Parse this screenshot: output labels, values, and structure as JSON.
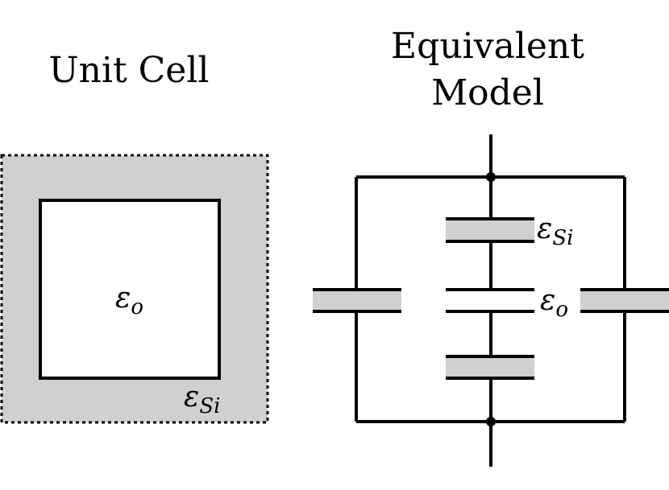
{
  "titles": {
    "unit_cell": "Unit Cell",
    "equivalent_line1": "Equivalent",
    "equivalent_line2": "Model"
  },
  "labels": {
    "unit_inner_symbol": "ε",
    "unit_inner_sub": "o",
    "unit_outer_symbol": "ε",
    "unit_outer_sub": "Si",
    "cap_top_symbol": "ε",
    "cap_top_sub": "Si",
    "cap_mid_symbol": "ε",
    "cap_mid_sub": "o"
  },
  "colors": {
    "silicon_fill": "#d0d0d0",
    "stroke": "#000000",
    "background": "#ffffff"
  }
}
